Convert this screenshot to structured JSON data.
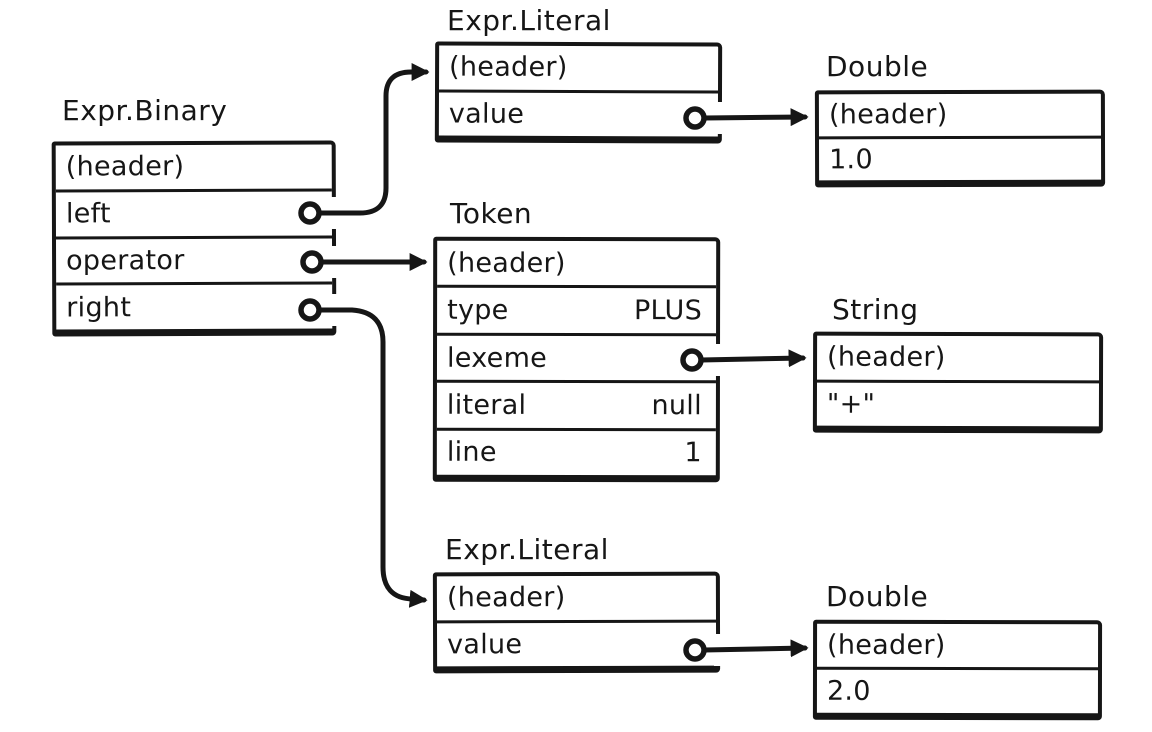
{
  "colors": {
    "ink": "#161616",
    "background": "#ffffff"
  },
  "boxes": [
    {
      "title": "Expr.Binary",
      "rows": [
        {
          "label": "(header)"
        },
        {
          "label": "left"
        },
        {
          "label": "operator"
        },
        {
          "label": "right"
        }
      ]
    },
    {
      "title": "Expr.Literal",
      "rows": [
        {
          "label": "(header)"
        },
        {
          "label": "value"
        }
      ]
    },
    {
      "title": "Double",
      "rows": [
        {
          "label": "(header)"
        },
        {
          "label": "1.0"
        }
      ]
    },
    {
      "title": "Token",
      "rows": [
        {
          "label": "(header)"
        },
        {
          "label": "type",
          "value": "PLUS"
        },
        {
          "label": "lexeme"
        },
        {
          "label": "literal",
          "value": "null"
        },
        {
          "label": "line",
          "value": "1"
        }
      ]
    },
    {
      "title": "String",
      "rows": [
        {
          "label": "(header)"
        },
        {
          "label": "\"+\""
        }
      ]
    },
    {
      "title": "Expr.Literal",
      "rows": [
        {
          "label": "(header)"
        },
        {
          "label": "value"
        }
      ]
    },
    {
      "title": "Double",
      "rows": [
        {
          "label": "(header)"
        },
        {
          "label": "2.0"
        }
      ]
    }
  ],
  "edges": [
    {
      "from": "Expr.Binary.left",
      "to": "Expr.Literal (top)"
    },
    {
      "from": "Expr.Binary.operator",
      "to": "Token"
    },
    {
      "from": "Expr.Binary.right",
      "to": "Expr.Literal (bottom)"
    },
    {
      "from": "Expr.Literal (top).value",
      "to": "Double 1.0"
    },
    {
      "from": "Token.lexeme",
      "to": "String \"+\""
    },
    {
      "from": "Expr.Literal (bottom).value",
      "to": "Double 2.0"
    }
  ]
}
